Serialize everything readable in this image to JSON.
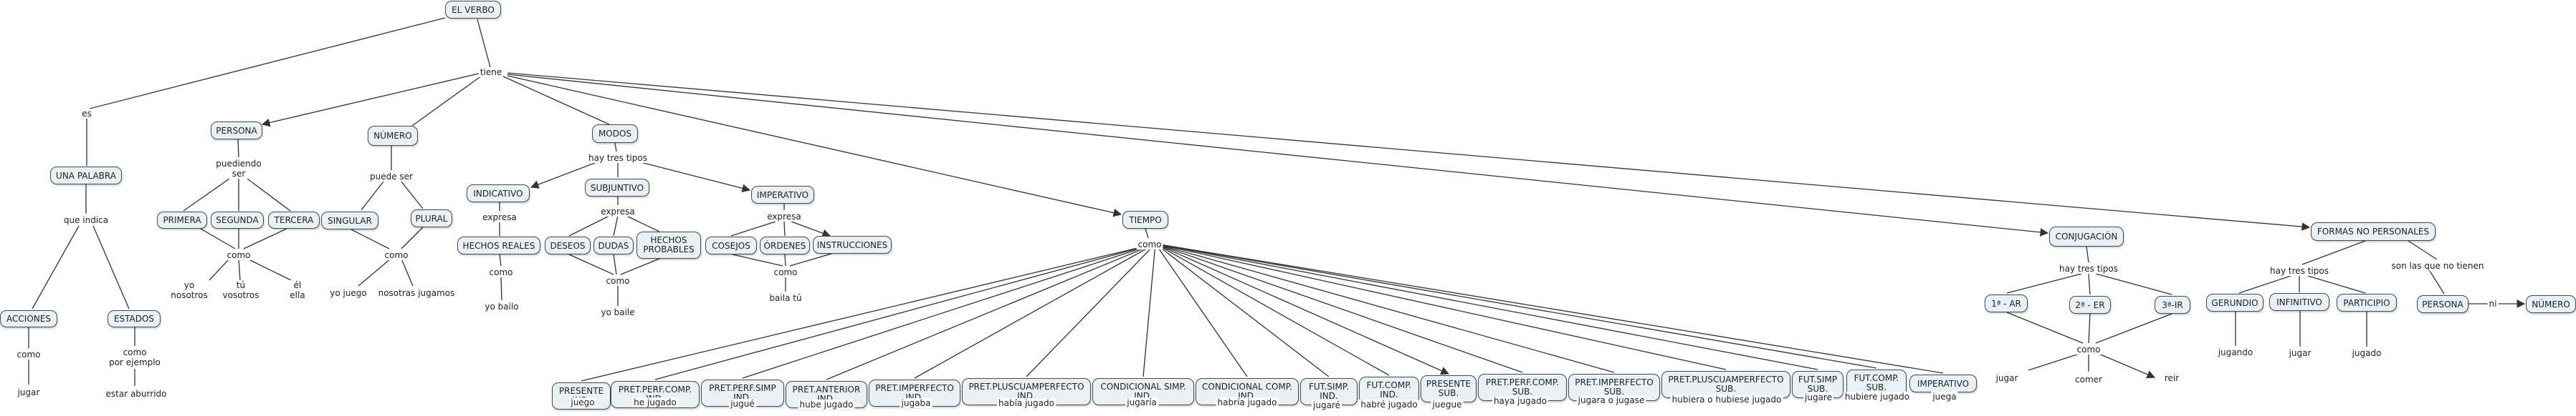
{
  "nodes": {
    "el_verbo": "EL VERBO",
    "persona": "PERSONA",
    "numero": "NÚMERO",
    "modos": "MODOS",
    "una_palabra": "UNA PALABRA",
    "acciones": "ACCIONES",
    "estados": "ESTADOS",
    "primera": "PRIMERA",
    "segunda": "SEGUNDA",
    "tercera": "TERCERA",
    "singular": "SINGULAR",
    "plural": "PLURAL",
    "indicativo": "INDICATIVO",
    "subjuntivo": "SUBJUNTIVO",
    "imperativo_modo": "IMPERATIVO",
    "hechos_reales": "HECHOS REALES",
    "deseos": "DESEOS",
    "dudas": "DUDAS",
    "hechos_probables": "HECHOS\nPROBABLES",
    "consejos": "COSEJOS",
    "ordenes": "ÓRDENES",
    "instrucciones": "INSTRUCCIONES",
    "tiempo": "TIEMPO",
    "conjugacion": "CONJUGACIÓN",
    "formas_no_personales": "FORMAS NO PERSONALES",
    "ar": "1ª - AR",
    "er": "2ª - ER",
    "ir": "3ª-IR",
    "gerundio": "GERUNDIO",
    "infinitivo": "INFINITIVO",
    "participio": "PARTICIPIO",
    "np_persona": "PERSONA",
    "np_numero": "NÚMERO",
    "t_presente_ind": "PRESENTE\nIND.",
    "t_pret_perf_comp_ind": "PRET.PERF.COMP.\nIND.",
    "t_pret_perf_simp_ind": "PRET.PERF.SIMP\nIND.",
    "t_pret_anterior_ind": "PRET.ANTERIOR\nIND.",
    "t_pret_imperfecto_ind": "PRET.IMPERFECTO\nIND.",
    "t_pret_plusc_ind": "PRET.PLUSCUAMPERFECTO\nIND.",
    "t_cond_simp_ind": "CONDICIONAL SIMP.\nIND.",
    "t_cond_comp_ind": "CONDICIONAL COMP.\nIND.",
    "t_fut_simp_ind": "FUT.SIMP.\nIND.",
    "t_fut_comp_ind": "FUT.COMP.\nIND.",
    "t_presente_sub": "PRESENTE\nSUB.",
    "t_pret_perf_comp_sub": "PRET.PERF.COMP.\nSUB.",
    "t_pret_imperfecto_sub": "PRET.IMPERFECTO\nSUB.",
    "t_pret_plusc_sub": "PRET.PLUSCUAMPERFECTO\nSUB.",
    "t_fut_simp_sub": "FUT.SIMP\nSUB.",
    "t_fut_comp_sub": "FUT.COMP.\nSUB.",
    "t_imperativo": "IMPERATIVO"
  },
  "labels": {
    "tiene": "tiene",
    "es": "es",
    "que_indica": "que indica",
    "como_acc": "como",
    "jugar_acc": "jugar",
    "como_est": "como\npor ejemplo",
    "estar_aburrido": "estar aburrido",
    "puediendo_ser": "puediendo\nser",
    "como_pers": "como",
    "yo_nosotros": "yo\nnosotros",
    "tu_vosotros": "tú\nvosotros",
    "el_ella": "él\nella",
    "puede_ser": "puede ser",
    "como_num": "como",
    "yo_juego": "yo juego",
    "nosotros_jugamos": "nosotras jugamos",
    "hay_tres_tipos_modos": "hay tres tipos",
    "expresa_ind": "expresa",
    "como_ind": "como",
    "yo_bailo": "yo bailo",
    "expresa_sub": "expresa",
    "como_sub": "como",
    "yo_baile": "yo baile",
    "expresa_imp": "expresa",
    "como_imp": "como",
    "baila_tu": "baila tú",
    "como_tiempo": "como",
    "hay_tres_tipos_conj": "hay tres tipos",
    "como_conj": "como",
    "jugar_conj": "jugar",
    "comer": "comer",
    "reir": "reir",
    "hay_tres_tipos_fnp": "hay tres tipos",
    "son_las_que": "son las que no tienen",
    "ni": "ni",
    "jugando": "jugando",
    "jugar_inf": "jugar",
    "jugado_part": "jugado",
    "ex_presente_ind": "juego",
    "ex_pret_perf_comp_ind": "he jugado",
    "ex_pret_perf_simp_ind": "jugué",
    "ex_pret_anterior_ind": "hube jugado",
    "ex_pret_imperfecto_ind": "jugaba",
    "ex_pret_plusc_ind": "había jugado",
    "ex_cond_simp_ind": "jugaría",
    "ex_cond_comp_ind": "habría jugado",
    "ex_fut_simp_ind": "jugaré",
    "ex_fut_comp_ind": "habré jugado",
    "ex_presente_sub": "juegue",
    "ex_pret_perf_comp_sub": "haya jugado",
    "ex_pret_imperfecto_sub": "jugara o jugase",
    "ex_pret_plusc_sub": "hubiera o hubiese jugado",
    "ex_fut_simp_sub": "jugare",
    "ex_fut_comp_sub": "hubiere jugado",
    "ex_imperativo": "juega"
  },
  "colors": {
    "node_fill": "#e9f1f5",
    "node_border": "#3e4b55",
    "edge": "#333333",
    "background": "#ffffff"
  }
}
